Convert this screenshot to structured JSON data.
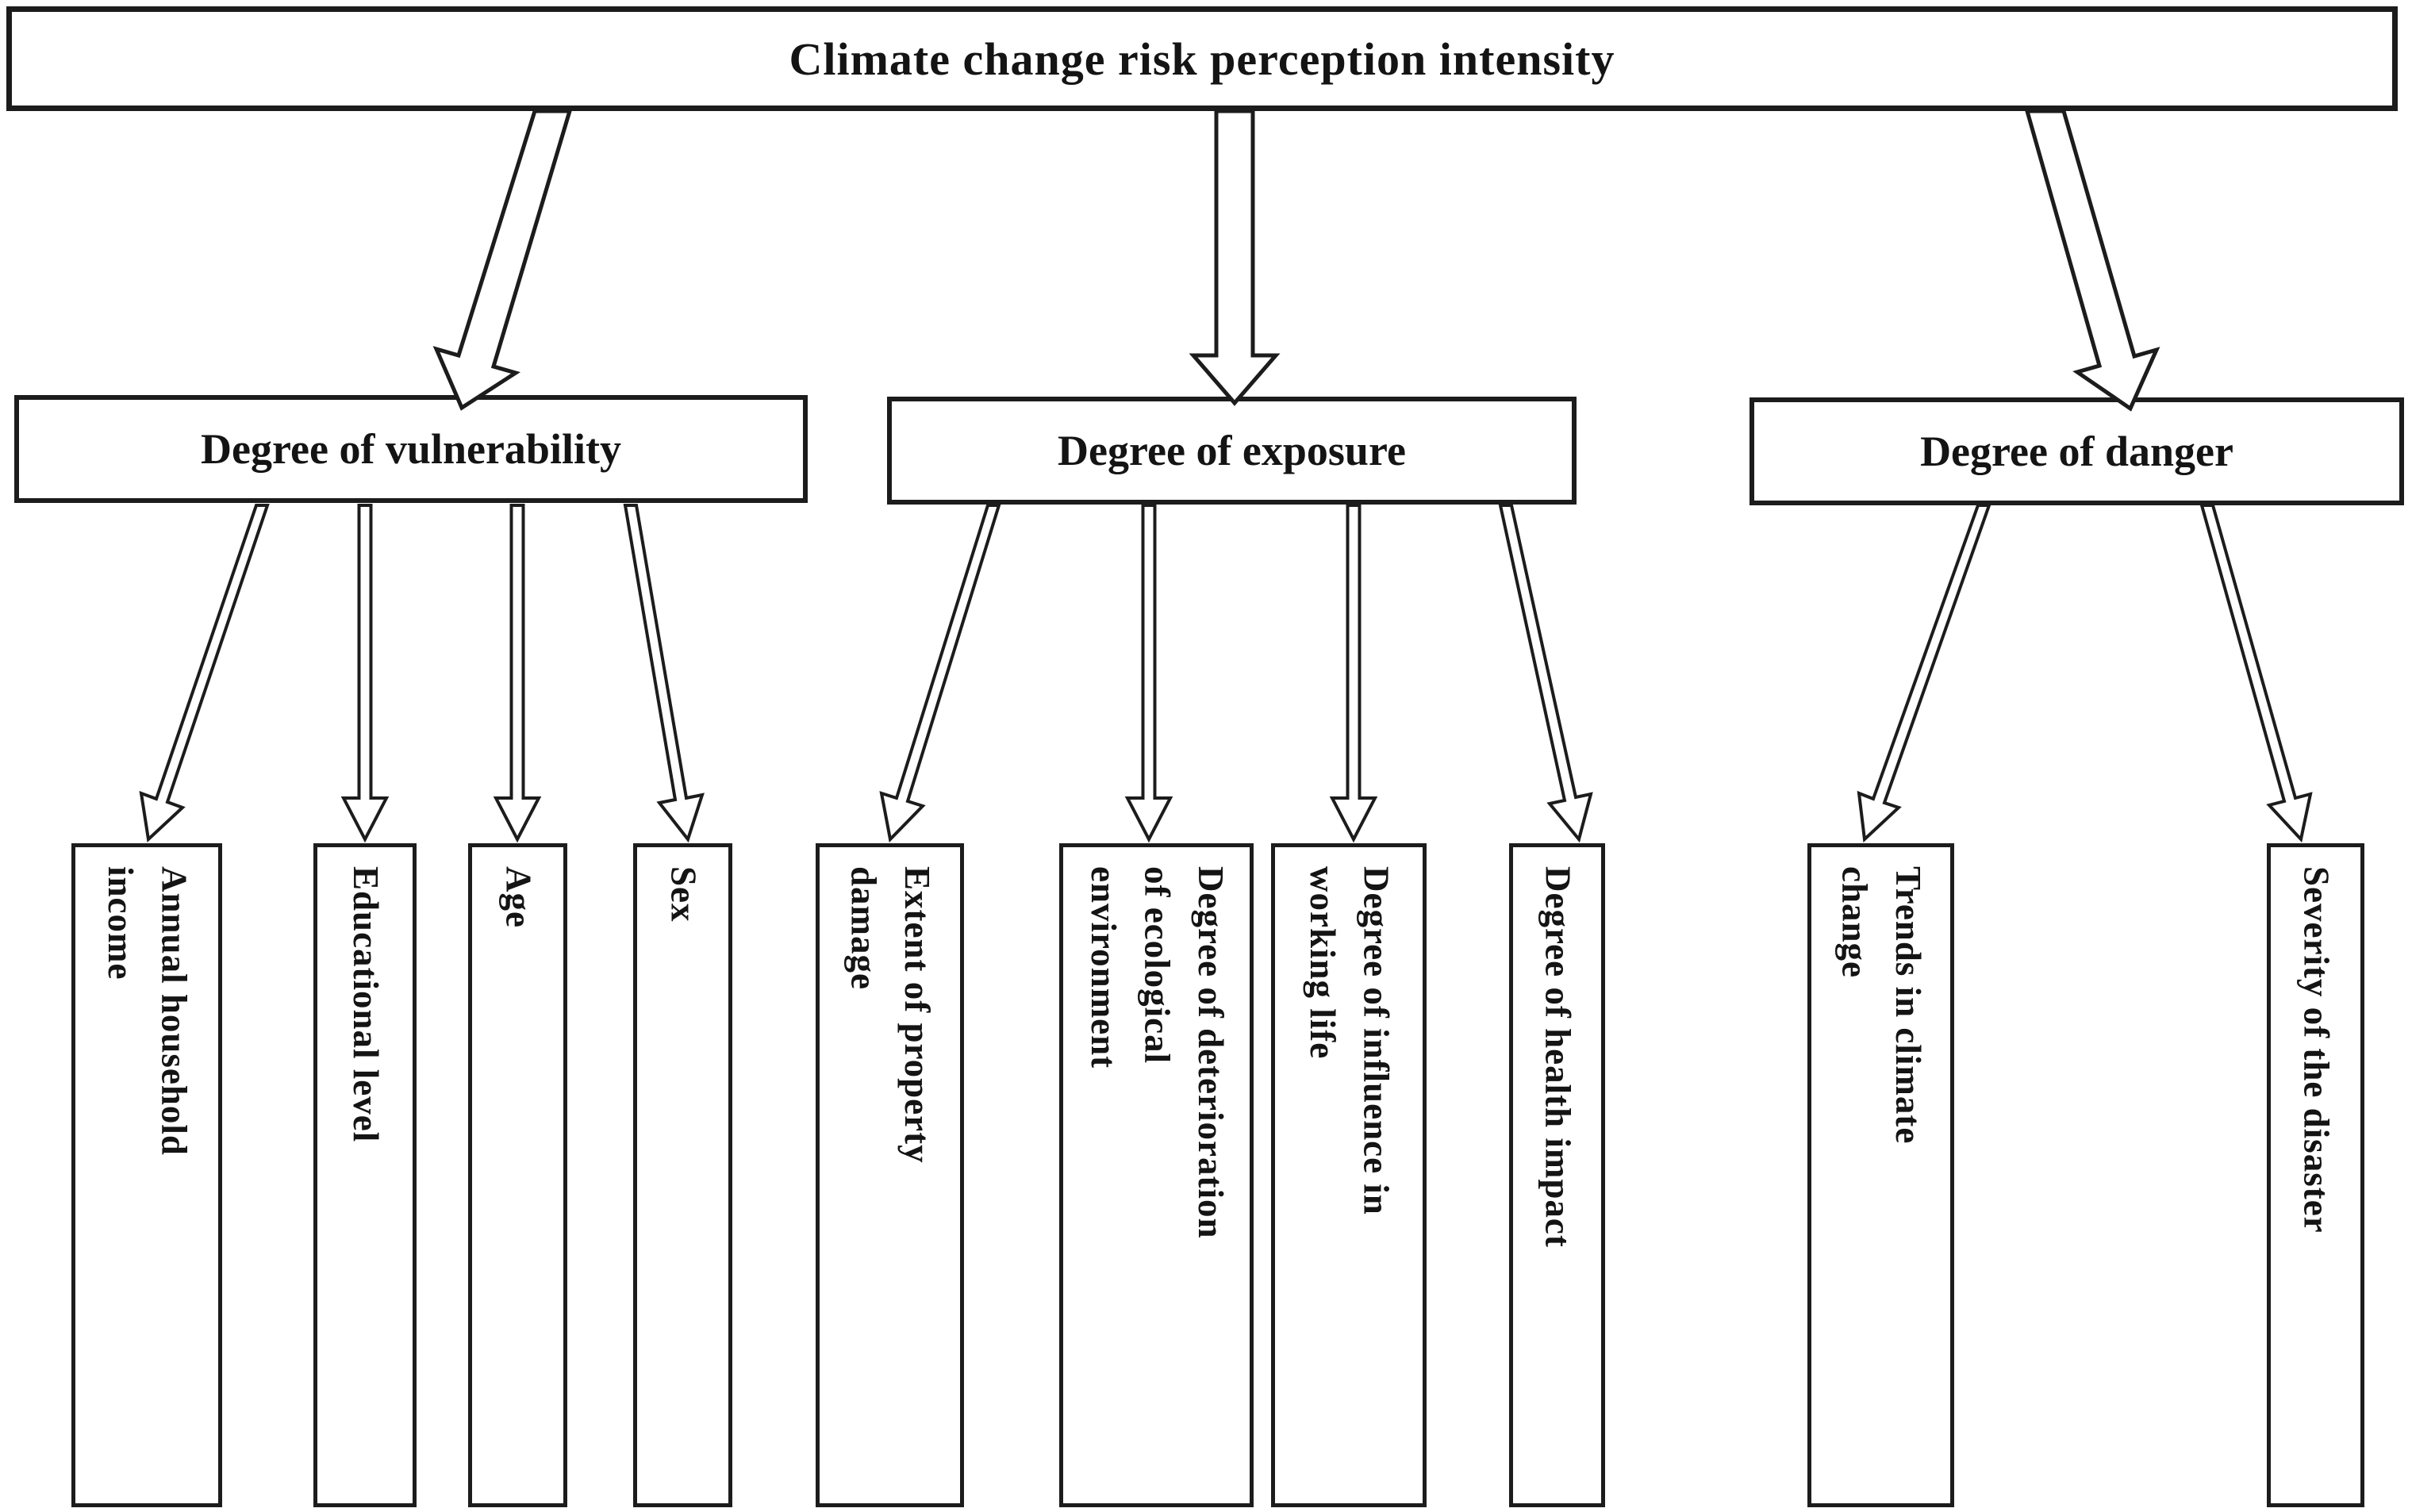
{
  "figure": {
    "title": "Climate change risk perception intensity",
    "branches": [
      {
        "label": "Degree of vulnerability",
        "children": [
          {
            "label": "Annual household\nincome"
          },
          {
            "label": "Educational level"
          },
          {
            "label": "Age"
          },
          {
            "label": "Sex"
          }
        ]
      },
      {
        "label": "Degree of exposure",
        "children": [
          {
            "label": "Extent of property\ndamage"
          },
          {
            "label": "Degree of deterioration\nof ecological\nenvironment"
          },
          {
            "label": "Degree of influence in\nworking life"
          },
          {
            "label": "Degree of health impact"
          }
        ]
      },
      {
        "label": "Degree of danger",
        "children": [
          {
            "label": "Trends in climate\nchange"
          },
          {
            "label": "Severity of the disaster"
          }
        ]
      }
    ],
    "colors": {
      "ink": "#1c1c1c",
      "background": "#ffffff"
    }
  }
}
